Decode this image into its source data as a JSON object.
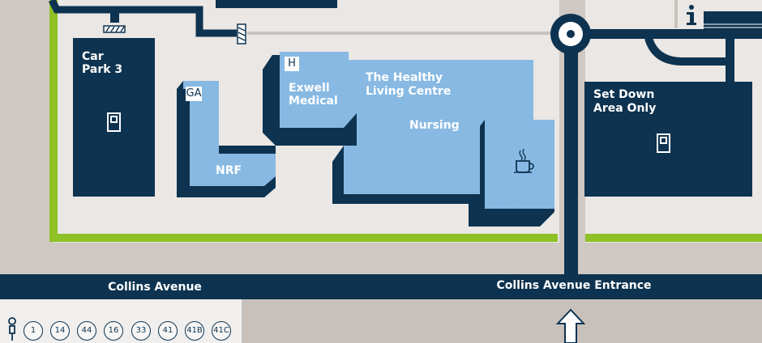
{
  "colors": {
    "navy": "#0d3350",
    "building_blue": "#87b9e3",
    "green_path": "#8dc126",
    "grass": "#eae7e5",
    "pavement": "#cfc8c3",
    "road_label": "#ffffff"
  },
  "map": {
    "buildings": {
      "car_park_3": {
        "label_line1": "Car",
        "label_line2": "Park 3",
        "icon": "parking-icon"
      },
      "ga": {
        "label": "GA"
      },
      "nrf": {
        "label": "NRF"
      },
      "exwell_medical": {
        "badge": "H",
        "label_line1": "Exwell",
        "label_line2": "Medical"
      },
      "healthy_living_centre": {
        "label_line1": "The Healthy",
        "label_line2": "Living Centre"
      },
      "nursing": {
        "label": "Nursing"
      },
      "cafe": {
        "icon": "coffee-cup-icon"
      },
      "set_down_area": {
        "label_line1": "Set Down",
        "label_line2": "Area Only",
        "icon": "parking-icon"
      }
    },
    "roads": {
      "collins_avenue": "Collins Avenue",
      "collins_avenue_entrance": "Collins Avenue Entrance"
    },
    "icons": [
      "information-icon",
      "barrier-gate-icon",
      "bus-stop-icon",
      "entrance-arrow-icon",
      "roundabout-icon"
    ],
    "bus_routes": [
      "1",
      "14",
      "44",
      "16",
      "33",
      "41",
      "41B",
      "41C"
    ]
  }
}
